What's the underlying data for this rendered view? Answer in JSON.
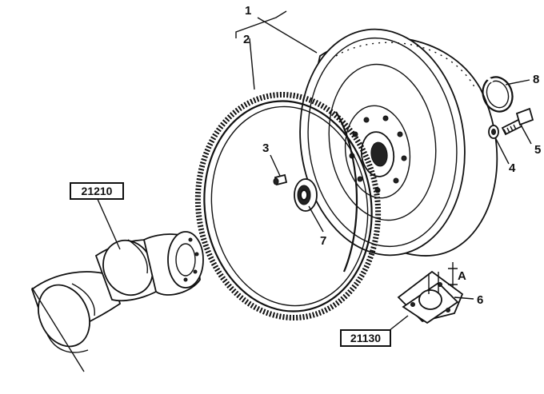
{
  "callouts": [
    {
      "id": "1",
      "label": "1"
    },
    {
      "id": "2",
      "label": "2"
    },
    {
      "id": "3",
      "label": "3"
    },
    {
      "id": "4",
      "label": "4"
    },
    {
      "id": "5",
      "label": "5"
    },
    {
      "id": "6",
      "label": "6"
    },
    {
      "id": "7",
      "label": "7"
    },
    {
      "id": "8",
      "label": "8"
    },
    {
      "id": "A",
      "label": "A"
    }
  ],
  "references": [
    {
      "id": "crankshaft",
      "label": "21210"
    },
    {
      "id": "plate",
      "label": "21130"
    }
  ]
}
